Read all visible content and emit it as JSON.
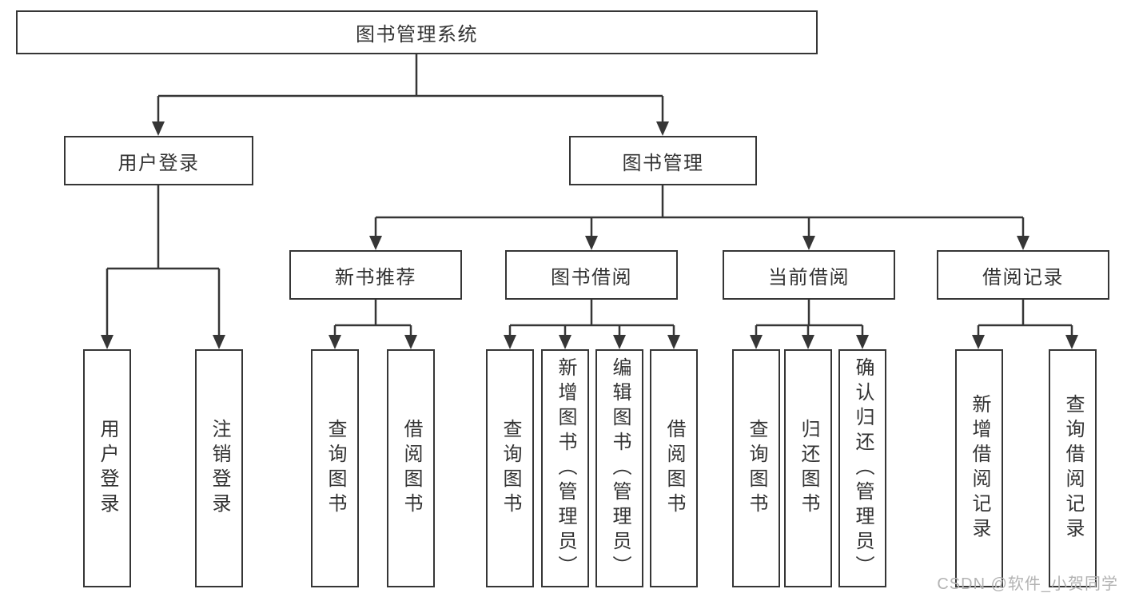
{
  "tree": {
    "root": {
      "label": "图书管理系统",
      "children": [
        {
          "label": "用户登录",
          "children": [
            {
              "label": "用户登录"
            },
            {
              "label": "注销登录"
            }
          ]
        },
        {
          "label": "图书管理",
          "children": [
            {
              "label": "新书推荐",
              "children": [
                {
                  "label": "查询图书"
                },
                {
                  "label": "借阅图书"
                }
              ]
            },
            {
              "label": "图书借阅",
              "children": [
                {
                  "label": "查询图书"
                },
                {
                  "label": "新增图书（管理员）"
                },
                {
                  "label": "编辑图书（管理员）"
                },
                {
                  "label": "借阅图书"
                }
              ]
            },
            {
              "label": "当前借阅",
              "children": [
                {
                  "label": "查询图书"
                },
                {
                  "label": "归还图书"
                },
                {
                  "label": "确认归还（管理员）"
                }
              ]
            },
            {
              "label": "借阅记录",
              "children": [
                {
                  "label": "新增借阅记录"
                },
                {
                  "label": "查询借阅记录"
                }
              ]
            }
          ]
        }
      ]
    }
  },
  "watermark": {
    "text": "CSDN @软件_小贺同学"
  },
  "colors": {
    "line": "#363636",
    "text": "#333333",
    "watermark": "#b3b3b3",
    "background": "#ffffff"
  }
}
